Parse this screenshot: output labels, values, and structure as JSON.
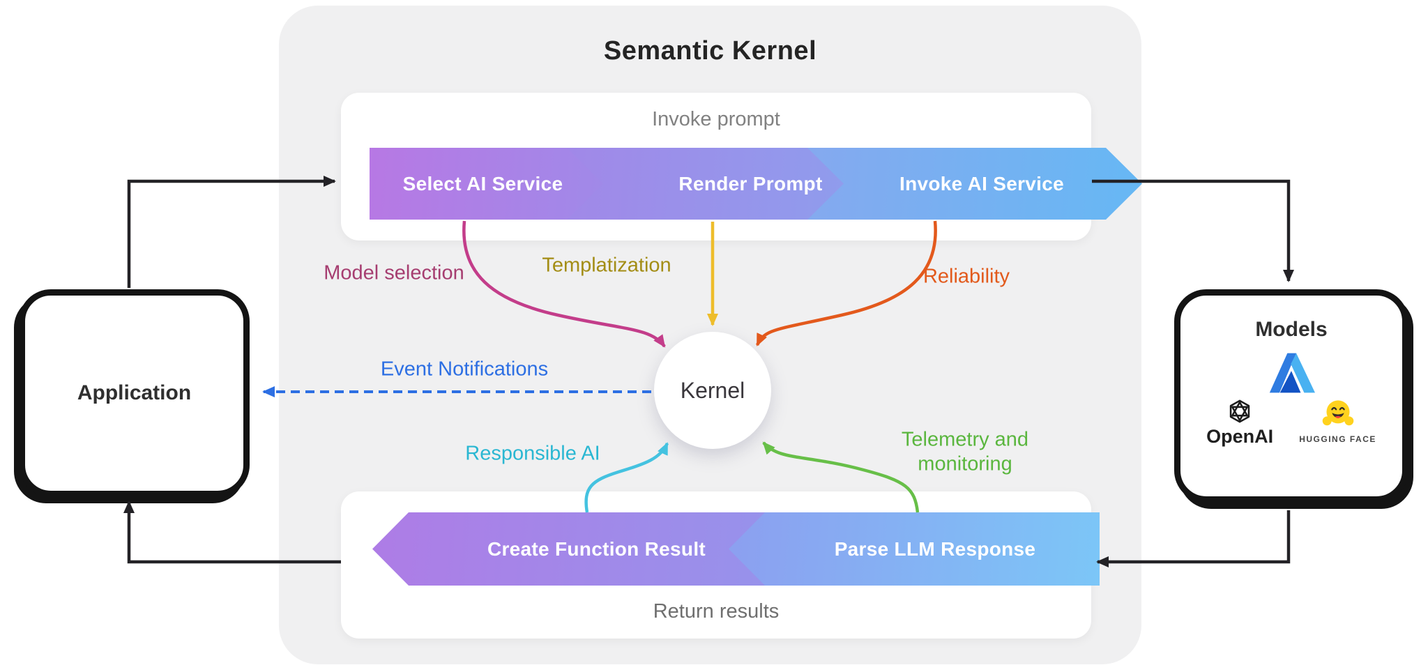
{
  "title": "Semantic Kernel",
  "invoke_panel": {
    "caption": "Invoke prompt",
    "steps": [
      "Select AI Service",
      "Render Prompt",
      "Invoke AI Service"
    ]
  },
  "return_panel": {
    "caption": "Return results",
    "steps": [
      "Create Function Result",
      "Parse LLM Response"
    ]
  },
  "kernel_label": "Kernel",
  "application_label": "Application",
  "models": {
    "title": "Models",
    "openai_label": "OpenAI",
    "huggingface_label": "HUGGING FACE"
  },
  "annotations": {
    "model_selection": {
      "label": "Model selection",
      "color": "#a63d70"
    },
    "templatization": {
      "label": "Templatization",
      "color": "#a38d15"
    },
    "reliability": {
      "label": "Reliability",
      "color": "#e25a1c"
    },
    "event_notifications": {
      "label": "Event Notifications",
      "color": "#2d6fe3"
    },
    "responsible_ai": {
      "label": "Responsible AI",
      "color": "#2ab7d2"
    },
    "telemetry": {
      "label": "Telemetry and monitoring",
      "color": "#5ab63e"
    }
  },
  "colors": {
    "container_bg": "#f0f0f1",
    "chevron_gradient_start": "#b778e4",
    "chevron_gradient_end": "#66b8f4",
    "connector_black": "#232226",
    "magenta": "#c33d8a",
    "yellow": "#eebd2b",
    "orange": "#e3591c",
    "cyan": "#44c2e0",
    "green": "#67bf48",
    "blue": "#2d6fe3"
  }
}
